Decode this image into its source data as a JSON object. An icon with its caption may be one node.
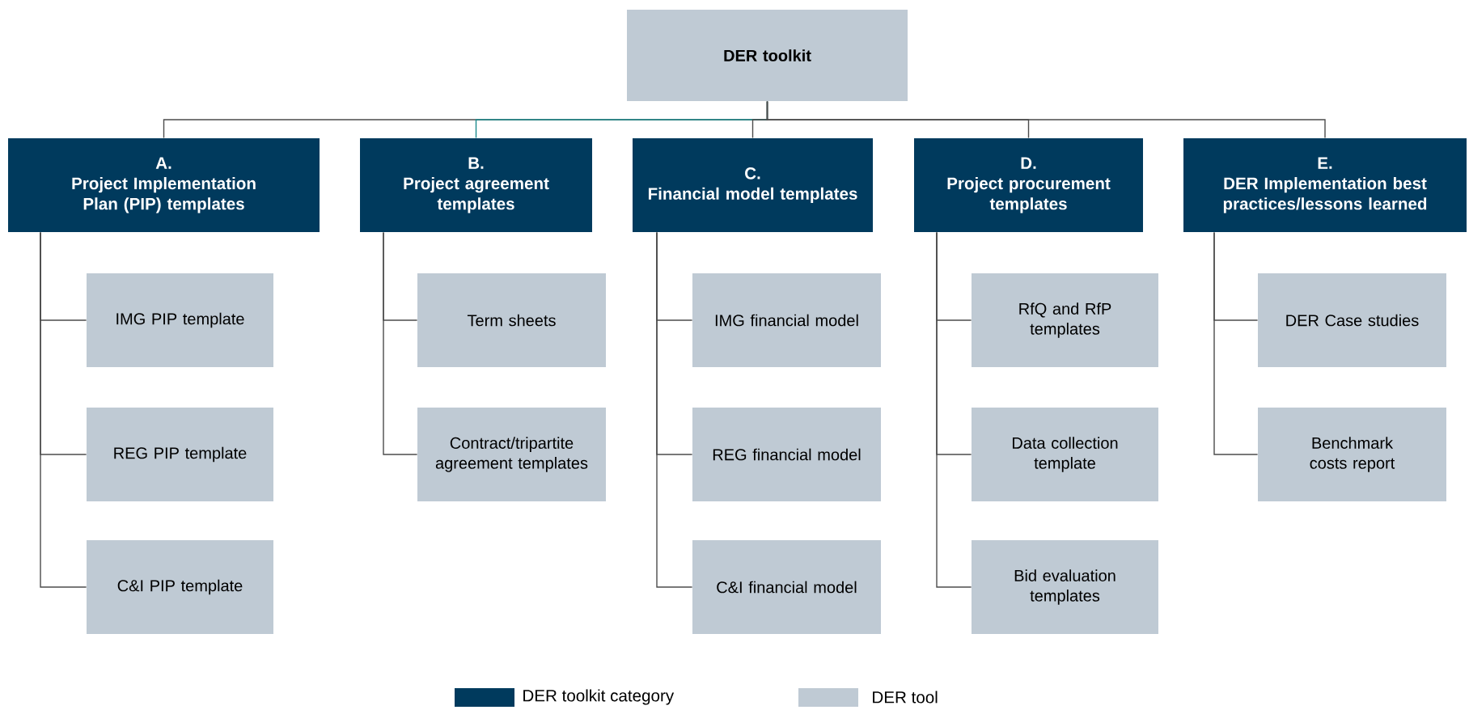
{
  "diagram": {
    "nodes": [
      {
        "text": [
          "DER toolkit"
        ]
      },
      {
        "text": [
          "A.",
          "Project Implementation Plan (PIP) templates"
        ]
      },
      {
        "text": [
          "IMG PIP template"
        ]
      },
      {
        "text": [
          "REG PIP template"
        ]
      },
      {
        "text": [
          "C&I PIP template"
        ]
      },
      {
        "text": [
          "B.",
          "Project agreement templates"
        ]
      },
      {
        "text": [
          "Term sheets"
        ]
      },
      {
        "text": [
          "Contract/tripartite agreement templates"
        ]
      },
      {
        "text": [
          "C.",
          "Financial model templates"
        ]
      },
      {
        "text": [
          "IMG financial model"
        ]
      },
      {
        "text": [
          "REG financial model"
        ]
      },
      {
        "text": [
          "C&I financial model"
        ]
      },
      {
        "text": [
          "D.",
          "Project procurement templates"
        ]
      },
      {
        "text": [
          "RfQ and RfP templates"
        ]
      },
      {
        "text": [
          "Data collection template"
        ]
      },
      {
        "text": [
          "Bid evaluation templates"
        ]
      },
      {
        "text": [
          "E.",
          "DER Implementation best practices/lessons learned"
        ]
      },
      {
        "text": [
          "DER Case studies"
        ]
      },
      {
        "text": [
          "Benchmark costs report"
        ]
      }
    ],
    "edges": [
      {
        "from": 0,
        "to": 1,
        "arrow": "none"
      },
      {
        "from": 0,
        "to": 5,
        "arrow": "none",
        "color": "#1b8a8c"
      },
      {
        "from": 0,
        "to": 8,
        "arrow": "none"
      },
      {
        "from": 0,
        "to": 12,
        "arrow": "none"
      },
      {
        "from": 0,
        "to": 16,
        "arrow": "none"
      },
      {
        "from": 1,
        "to": 2,
        "arrow": "none"
      },
      {
        "from": 1,
        "to": 3,
        "arrow": "none"
      },
      {
        "from": 1,
        "to": 4,
        "arrow": "none"
      },
      {
        "from": 5,
        "to": 6,
        "arrow": "none"
      },
      {
        "from": 5,
        "to": 7,
        "arrow": "none"
      },
      {
        "from": 8,
        "to": 9,
        "arrow": "none"
      },
      {
        "from": 8,
        "to": 10,
        "arrow": "none"
      },
      {
        "from": 8,
        "to": 11,
        "arrow": "none"
      },
      {
        "from": 12,
        "to": 13,
        "arrow": "none"
      },
      {
        "from": 12,
        "to": 14,
        "arrow": "none"
      },
      {
        "from": 12,
        "to": 15,
        "arrow": "none"
      },
      {
        "from": 16,
        "to": 17,
        "arrow": "none"
      },
      {
        "from": 16,
        "to": 18,
        "arrow": "none"
      }
    ],
    "legend": [
      {
        "text": "DER toolkit category",
        "color": "#003a5d"
      },
      {
        "text": "DER tool",
        "color": "#bfcad4"
      }
    ]
  }
}
